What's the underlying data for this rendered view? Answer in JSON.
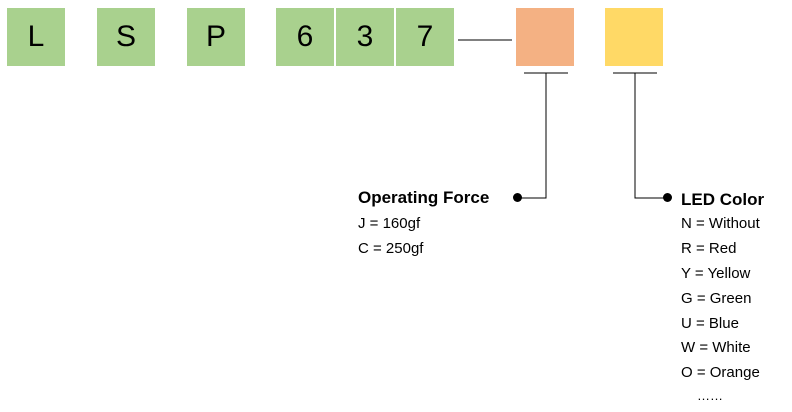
{
  "code_boxes": [
    {
      "label": "L",
      "kind": "fixed"
    },
    {
      "label": "S",
      "kind": "fixed"
    },
    {
      "label": "P",
      "kind": "fixed"
    },
    {
      "label": "6",
      "kind": "fixed"
    },
    {
      "label": "3",
      "kind": "fixed"
    },
    {
      "label": "7",
      "kind": "fixed"
    }
  ],
  "colors": {
    "fixed_box": "#a9d18e",
    "force_box": "#f4b183",
    "led_box": "#ffd966"
  },
  "operating_force": {
    "title": "Operating Force",
    "options": [
      "J = 160gf",
      "C = 250gf"
    ]
  },
  "led_color": {
    "title": "LED Color",
    "options": [
      "N = Without",
      "R = Red",
      "Y = Yellow",
      "G = Green",
      "U = Blue",
      "W = White",
      "O = Orange"
    ],
    "more": "……"
  }
}
